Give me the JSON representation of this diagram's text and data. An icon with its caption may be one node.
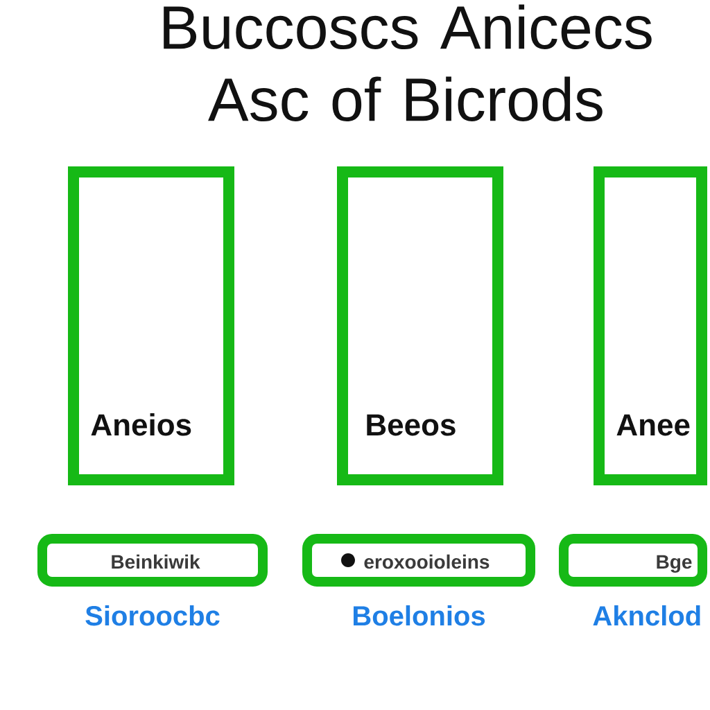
{
  "diagram": {
    "title": "Buccoscs Anicecs Asc of Bicrods",
    "nodes": [
      {
        "text": [
          "Aneios"
        ]
      },
      {
        "text": [
          "Beeos"
        ]
      },
      {
        "text": [
          "Anee"
        ]
      },
      {
        "text": [
          "Beinkiwik"
        ],
        "beside": [
          "Sioroocbc"
        ]
      },
      {
        "text": [
          "eroxooioleins"
        ],
        "beside": [
          "Boelonios"
        ]
      },
      {
        "text": [
          "Bge"
        ],
        "beside": [
          "Aknclod"
        ]
      }
    ]
  }
}
